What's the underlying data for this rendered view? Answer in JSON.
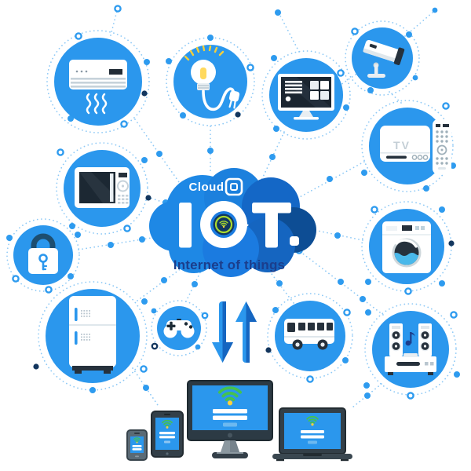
{
  "illustration": {
    "cloud_label": "Cloud",
    "logo": {
      "letter_i": "I",
      "letter_t": "T",
      "full_text": "IOT."
    },
    "subtitle": "Internet of things",
    "tv_box_label": "TV"
  },
  "colors": {
    "node_blue": "#2b97ed",
    "cloud_blue": "#1e88e5",
    "cloud_dark_blue": "#1565c0",
    "cloud_navy": "#0d4d94",
    "subtitle_navy": "#1b3e8c",
    "connector_blue": "#8ec9f6",
    "dot_blue": "#2e9bef",
    "dark_dot_navy": "#13365e",
    "wifi_green": "#45c24f",
    "badge_lime": "#aadb2e",
    "badge_yellow": "#ffd23c",
    "screen_blue": "#2b97ed"
  },
  "nodes": [
    {
      "id": "air-conditioner",
      "icon": "air-conditioner-icon"
    },
    {
      "id": "light-bulb",
      "icon": "light-bulb-icon"
    },
    {
      "id": "smart-tv",
      "icon": "smart-tv-icon"
    },
    {
      "id": "security-camera",
      "icon": "security-camera-icon"
    },
    {
      "id": "tv-set-top-box",
      "icon": "tv-box-remote-icon"
    },
    {
      "id": "washing-machine",
      "icon": "washing-machine-icon"
    },
    {
      "id": "microwave-oven",
      "icon": "microwave-icon"
    },
    {
      "id": "smart-lock",
      "icon": "padlock-key-icon"
    },
    {
      "id": "refrigerator",
      "icon": "refrigerator-icon"
    },
    {
      "id": "game-controller",
      "icon": "gamepad-icon"
    },
    {
      "id": "data-transfer",
      "icon": "up-down-arrows-icon"
    },
    {
      "id": "bus",
      "icon": "bus-icon"
    },
    {
      "id": "audio-system",
      "icon": "speakers-icon"
    }
  ],
  "client_devices": [
    {
      "id": "smartphone"
    },
    {
      "id": "tablet"
    },
    {
      "id": "desktop-monitor"
    },
    {
      "id": "laptop"
    }
  ]
}
